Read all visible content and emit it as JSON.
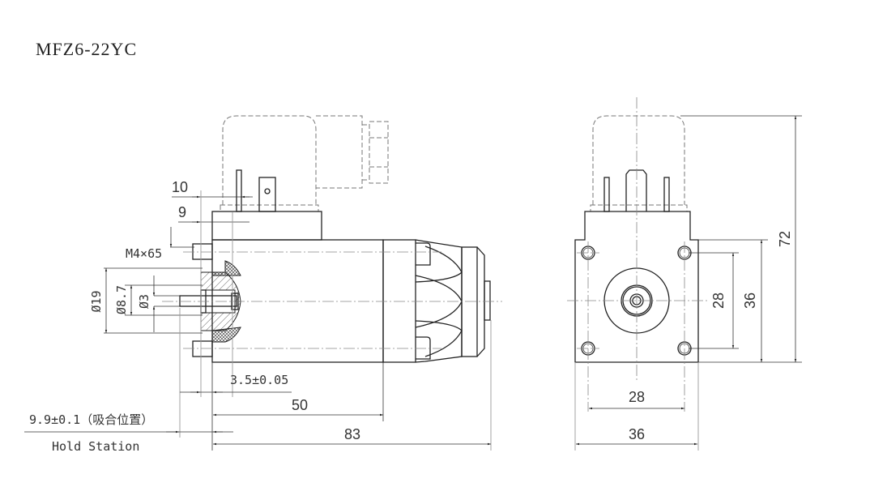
{
  "title": "MFZ6-22YC",
  "side_view": {
    "dimensions": {
      "terminal_offset_top": "10",
      "terminal_offset_bottom": "9",
      "thread": "M4×65",
      "dia_outer": "Ø19",
      "dia_mid": "Ø8.7",
      "dia_pin": "Ø3",
      "stroke": "3.5±0.05",
      "body_length": "50",
      "overall_length": "83",
      "hold_position": "9.9±0.1（吸合位置）",
      "hold_label": "Hold Station"
    }
  },
  "front_view": {
    "dimensions": {
      "hole_spacing_horizontal": "28",
      "flange_width": "36",
      "hole_spacing_vertical": "28",
      "flange_height": "36",
      "overall_height": "72"
    }
  },
  "colors": {
    "line": "#222222",
    "dimension": "#333333",
    "hidden": "#777777",
    "center": "#888888"
  }
}
